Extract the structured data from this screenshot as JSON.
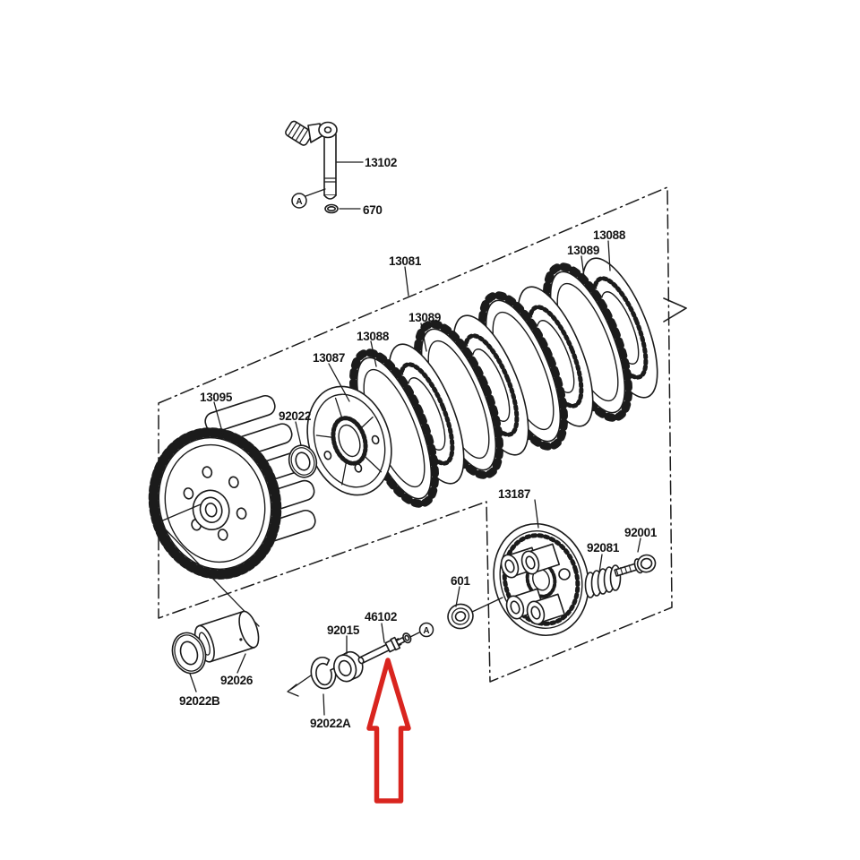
{
  "diagram": {
    "type": "exploded-parts-diagram",
    "subject": "motorcycle clutch assembly",
    "background_color": "#ffffff",
    "ink_color": "#1b1b1b",
    "highlight_color": "#d9251f",
    "labels": {
      "l13102": "13102",
      "l670": "670",
      "l13081": "13081",
      "l13088_left": "13088",
      "l13089_left": "13089",
      "l13087": "13087",
      "l13089_right": "13089",
      "l13088_right": "13088",
      "l13095": "13095",
      "l92022": "92022",
      "l13187": "13187",
      "l601": "601",
      "l92081": "92081",
      "l92001": "92001",
      "l92015": "92015",
      "l46102": "46102",
      "l92026": "92026",
      "l92022B": "92022B",
      "l92022A": "92022A",
      "marker_a_top": "A",
      "marker_a_bottom": "A"
    },
    "highlighted_part": "46102"
  }
}
